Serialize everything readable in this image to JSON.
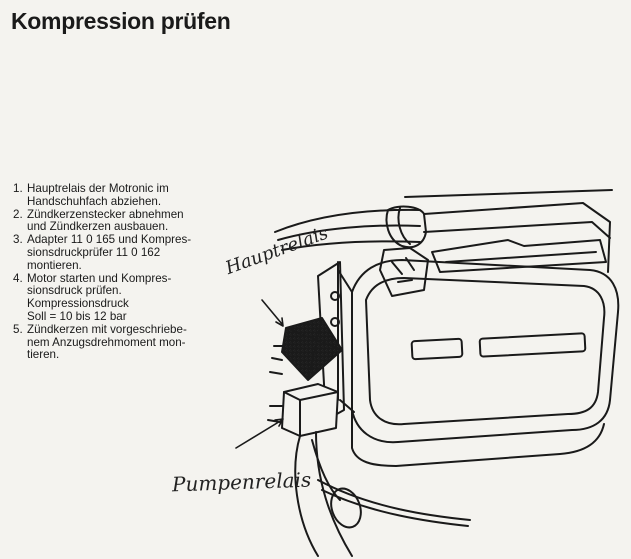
{
  "page": {
    "title": "Kompression prüfen"
  },
  "steps": [
    {
      "num": "1.",
      "lines": [
        "Hauptrelais der Motronic im",
        "Handschuhfach abziehen."
      ]
    },
    {
      "num": "2.",
      "lines": [
        "Zündkerzenstecker abnehmen",
        "und Zündkerzen ausbauen."
      ]
    },
    {
      "num": "3.",
      "lines": [
        "Adapter 11 0 165 und Kompres-",
        "sionsdruckprüfer 11 0 162",
        "montieren."
      ]
    },
    {
      "num": "4.",
      "lines": [
        "Motor starten und Kompres-",
        "sionsdruck prüfen.",
        "Kompressionsdruck",
        "Soll  =  10 bis 12 bar"
      ]
    },
    {
      "num": "5.",
      "lines": [
        "Zündkerzen mit vorgeschriebe-",
        "nem Anzugsdrehmoment mon-",
        "tieren."
      ]
    }
  ],
  "illustration": {
    "label_main_relay": "Hauptrelais",
    "label_pump_relay": "Pumpenrelais"
  }
}
